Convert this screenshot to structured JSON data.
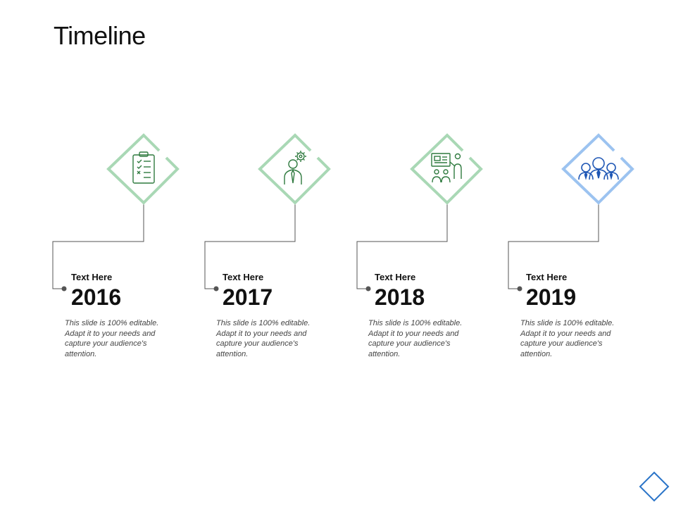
{
  "slide": {
    "title": "Timeline"
  },
  "timeline": [
    {
      "label": "Text Here",
      "year": "2016",
      "description": "This slide is 100% editable. Adapt it to your needs and capture your audience's attention.",
      "icon": "checklist-clipboard-icon",
      "color": "#a9d8b5"
    },
    {
      "label": "Text Here",
      "year": "2017",
      "description": "This slide is 100% editable. Adapt it to your needs and capture your audience's attention.",
      "icon": "thinking-person-gear-icon",
      "color": "#a9d8b5"
    },
    {
      "label": "Text Here",
      "year": "2018",
      "description": "This slide is 100% editable. Adapt it to your needs and capture your audience's attention.",
      "icon": "presentation-board-icon",
      "color": "#a9d8b5"
    },
    {
      "label": "Text Here",
      "year": "2019",
      "description": "This slide is 100% editable. Adapt it to your needs and capture your audience's attention.",
      "icon": "team-people-icon",
      "color": "#9cc3f0"
    }
  ],
  "colors": {
    "connector": "#555555",
    "icon_green": "#2f7a3f",
    "icon_blue": "#1f57b5",
    "corner_diamond": "#2a74c8"
  }
}
